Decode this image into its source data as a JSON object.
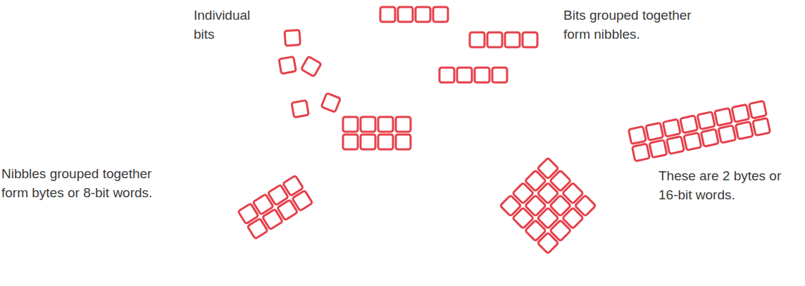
{
  "diagram": {
    "labels": [
      "Individual bits",
      "Bits grouped together form nibbles.",
      "Nibbles grouped together form bytes or 8-bit words.",
      "These are 2 bytes or 16-bit words."
    ]
  }
}
